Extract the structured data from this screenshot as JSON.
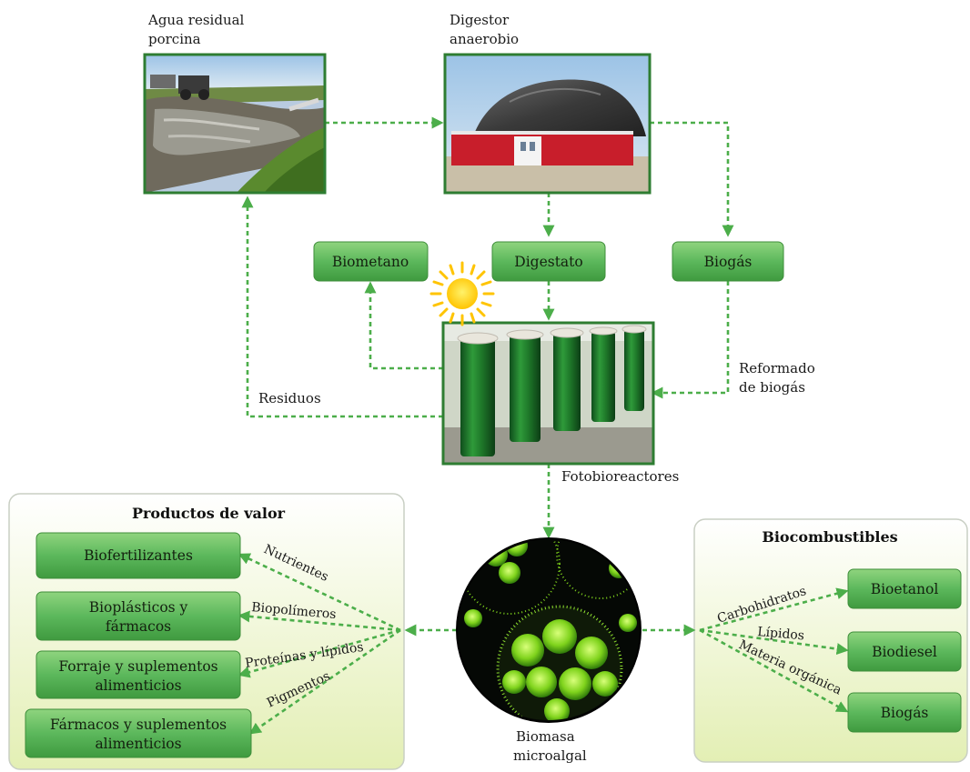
{
  "images": {
    "wastewater": "Agua residual porcina",
    "digester": "Digestor anaerobio",
    "photobioreactor": "Fotobioreactores",
    "biomass": "Biomasa microalgal"
  },
  "boxes": {
    "biomethane": "Biometano",
    "digestate": "Digestato",
    "biogas_top": "Biogás"
  },
  "labels": {
    "wastewater_line1": "Agua residual",
    "wastewater_line2": "porcina",
    "digester_line1": "Digestor",
    "digester_line2": "anaerobio",
    "waste": "Residuos",
    "reforming_line1": "Reformado",
    "reforming_line2": "de biogás",
    "photobioreactor": "Fotobioreactores",
    "biomass_line1": "Biomasa",
    "biomass_line2": "microalgal"
  },
  "value_products": {
    "title": "Productos de valor",
    "items": [
      {
        "line1": "Biofertilizantes",
        "line2": ""
      },
      {
        "line1": "Bioplásticos y",
        "line2": "fármacos"
      },
      {
        "line1": "Forraje y suplementos",
        "line2": "alimenticios"
      },
      {
        "line1": "Fármacos y suplementos",
        "line2": "alimenticios"
      }
    ],
    "flows": [
      "Nutrientes",
      "Biopolímeros",
      "Proteínas y lípidos",
      "Pigmentos"
    ]
  },
  "biofuels": {
    "title": "Biocombustibles",
    "items": [
      "Bioetanol",
      "Biodiesel",
      "Biogás"
    ],
    "flows": [
      "Carbohidratos",
      "Lípidos",
      "Materia orgánica"
    ]
  },
  "colors": {
    "accent_green": "#4cae4a",
    "box_green": "#5cb85c",
    "border_dark_green": "#2e7d32",
    "panel_gradient_top": "#ffffff",
    "panel_gradient_bottom": "#e3efb4",
    "sun": "#ffd21f"
  }
}
